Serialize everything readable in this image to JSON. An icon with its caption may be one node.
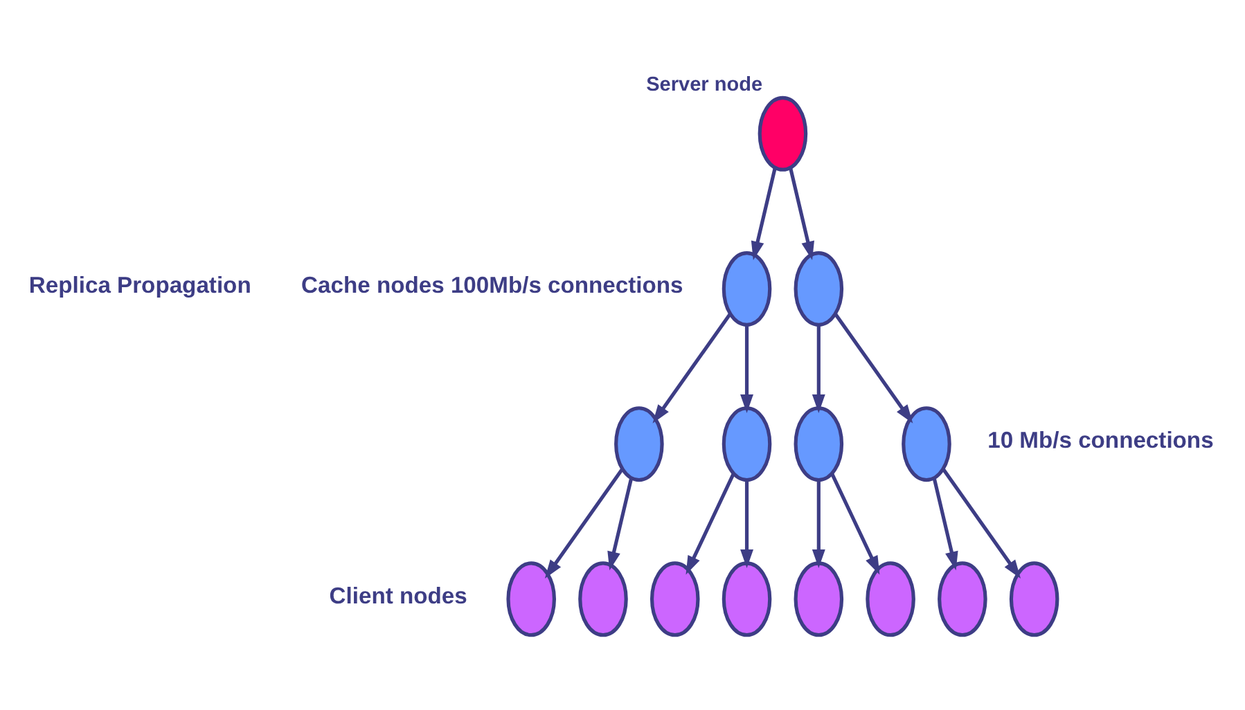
{
  "diagram": {
    "nodes": [
      {
        "text": [],
        "shape": "ellipse",
        "beside": [
          "Server node"
        ]
      },
      {
        "text": [],
        "shape": "ellipse"
      },
      {
        "text": [],
        "shape": "ellipse"
      },
      {
        "text": [],
        "shape": "ellipse"
      },
      {
        "text": [],
        "shape": "ellipse"
      },
      {
        "text": [],
        "shape": "ellipse"
      },
      {
        "text": [],
        "shape": "ellipse"
      },
      {
        "text": [],
        "shape": "ellipse"
      },
      {
        "text": [],
        "shape": "ellipse"
      },
      {
        "text": [],
        "shape": "ellipse"
      },
      {
        "text": [],
        "shape": "ellipse"
      },
      {
        "text": [],
        "shape": "ellipse"
      },
      {
        "text": [],
        "shape": "ellipse"
      },
      {
        "text": [],
        "shape": "ellipse"
      },
      {
        "text": [],
        "shape": "ellipse"
      }
    ],
    "edges": [
      {
        "from": 0,
        "to": 1,
        "arrow": "to"
      },
      {
        "from": 0,
        "to": 2,
        "arrow": "to"
      },
      {
        "from": 1,
        "to": 3,
        "arrow": "to"
      },
      {
        "from": 1,
        "to": 4,
        "arrow": "to"
      },
      {
        "from": 2,
        "to": 5,
        "arrow": "to"
      },
      {
        "from": 2,
        "to": 6,
        "arrow": "to"
      },
      {
        "from": 3,
        "to": 7,
        "arrow": "to"
      },
      {
        "from": 3,
        "to": 8,
        "arrow": "to"
      },
      {
        "from": 4,
        "to": 9,
        "arrow": "to"
      },
      {
        "from": 4,
        "to": 10,
        "arrow": "to"
      },
      {
        "from": 5,
        "to": 11,
        "arrow": "to"
      },
      {
        "from": 5,
        "to": 12,
        "arrow": "to"
      },
      {
        "from": 6,
        "to": 13,
        "arrow": "to"
      },
      {
        "from": 6,
        "to": 14,
        "arrow": "to"
      }
    ],
    "labels": [
      "Replica Propagation",
      "Cache nodes 100Mb/s connections",
      "10 Mb/s connections",
      "Client nodes"
    ]
  }
}
